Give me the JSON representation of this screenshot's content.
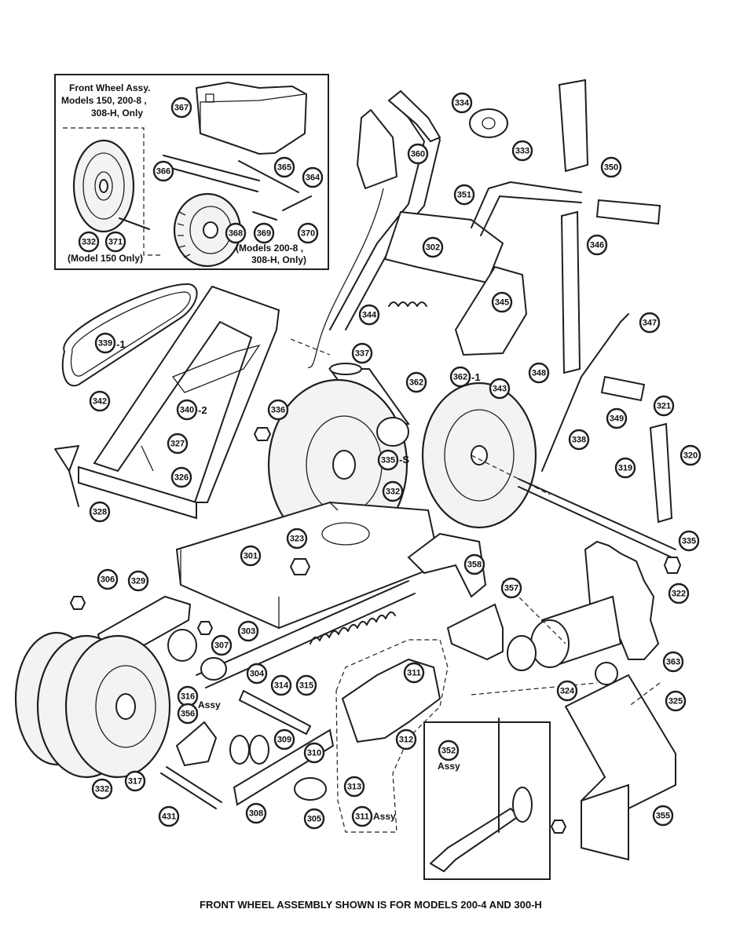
{
  "inset_front_wheel": {
    "title_line1": "Front Wheel Assy.",
    "title_line2": "Models 150, 200-8 ,",
    "title_line3": "308-H, Only",
    "model150_note": "(Model 150 Only)",
    "models_note_line1": "(Models 200-8 ,",
    "models_note_line2": "308-H, Only)"
  },
  "parts": [
    {
      "id": "p367",
      "number": "367"
    },
    {
      "id": "p366",
      "number": "366"
    },
    {
      "id": "p365",
      "number": "365"
    },
    {
      "id": "p364",
      "number": "364"
    },
    {
      "id": "p332a",
      "number": "332"
    },
    {
      "id": "p371",
      "number": "371"
    },
    {
      "id": "p368",
      "number": "368"
    },
    {
      "id": "p369",
      "number": "369"
    },
    {
      "id": "p370",
      "number": "370"
    },
    {
      "id": "p334",
      "number": "334"
    },
    {
      "id": "p333",
      "number": "333"
    },
    {
      "id": "p360",
      "number": "360"
    },
    {
      "id": "p351",
      "number": "351"
    },
    {
      "id": "p350",
      "number": "350"
    },
    {
      "id": "p302",
      "number": "302"
    },
    {
      "id": "p346",
      "number": "346"
    },
    {
      "id": "p345",
      "number": "345"
    },
    {
      "id": "p344",
      "number": "344"
    },
    {
      "id": "p347",
      "number": "347"
    },
    {
      "id": "p339",
      "number": "339"
    },
    {
      "id": "p337",
      "number": "337"
    },
    {
      "id": "p348",
      "number": "348"
    },
    {
      "id": "p362",
      "number": "362"
    },
    {
      "id": "p362b",
      "number": "362"
    },
    {
      "id": "p343",
      "number": "343"
    },
    {
      "id": "p342",
      "number": "342"
    },
    {
      "id": "p340",
      "number": "340"
    },
    {
      "id": "p349",
      "number": "349"
    },
    {
      "id": "p321",
      "number": "321"
    },
    {
      "id": "p336",
      "number": "336"
    },
    {
      "id": "p338",
      "number": "338"
    },
    {
      "id": "p327",
      "number": "327"
    },
    {
      "id": "p335s",
      "number": "335"
    },
    {
      "id": "p320",
      "number": "320"
    },
    {
      "id": "p326",
      "number": "326"
    },
    {
      "id": "p332b",
      "number": "332"
    },
    {
      "id": "p319",
      "number": "319"
    },
    {
      "id": "p328",
      "number": "328"
    },
    {
      "id": "p323",
      "number": "323"
    },
    {
      "id": "p335",
      "number": "335"
    },
    {
      "id": "p301",
      "number": "301"
    },
    {
      "id": "p358",
      "number": "358"
    },
    {
      "id": "p322",
      "number": "322"
    },
    {
      "id": "p306",
      "number": "306"
    },
    {
      "id": "p329",
      "number": "329"
    },
    {
      "id": "p357",
      "number": "357"
    },
    {
      "id": "p303",
      "number": "303"
    },
    {
      "id": "p307",
      "number": "307"
    },
    {
      "id": "p363",
      "number": "363"
    },
    {
      "id": "p311",
      "number": "311"
    },
    {
      "id": "p304",
      "number": "304"
    },
    {
      "id": "p314",
      "number": "314"
    },
    {
      "id": "p315",
      "number": "315"
    },
    {
      "id": "p324",
      "number": "324"
    },
    {
      "id": "p325",
      "number": "325"
    },
    {
      "id": "p316",
      "number": "316"
    },
    {
      "id": "p356",
      "number": "356"
    },
    {
      "id": "p309",
      "number": "309"
    },
    {
      "id": "p312",
      "number": "312"
    },
    {
      "id": "p352",
      "number": "352"
    },
    {
      "id": "p310",
      "number": "310"
    },
    {
      "id": "p332c",
      "number": "332"
    },
    {
      "id": "p317",
      "number": "317"
    },
    {
      "id": "p313",
      "number": "313"
    },
    {
      "id": "p355",
      "number": "355"
    },
    {
      "id": "p308",
      "number": "308"
    },
    {
      "id": "p311b",
      "number": "311"
    },
    {
      "id": "p305",
      "number": "305"
    },
    {
      "id": "p431",
      "number": "431"
    }
  ],
  "suffixes": {
    "s339": "-1",
    "s340": "-2",
    "s362": "-1",
    "s335": "-S"
  },
  "assy_labels": {
    "a316": "Assy",
    "a352": "Assy",
    "a311": "Assy"
  },
  "footer_note": "FRONT WHEEL ASSEMBLY SHOWN  IS FOR MODELS 200-4 AND 300-H"
}
